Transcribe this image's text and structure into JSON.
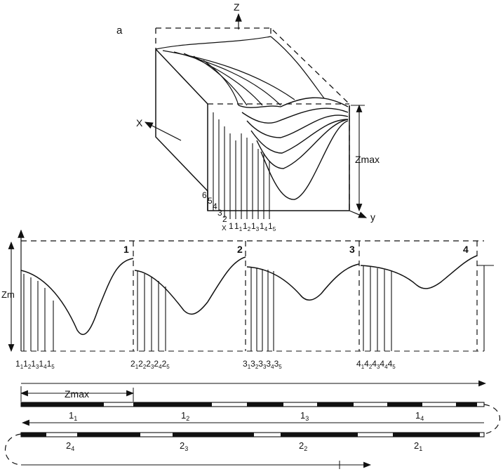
{
  "figure": {
    "panel_label": "a",
    "axes": {
      "z": "Z",
      "x": "X",
      "y": "y",
      "x_small": "X"
    },
    "zmax_label": "Zmax",
    "zm_label": "Zm",
    "layer_labels": [
      "6",
      "5",
      "4",
      "3",
      "2"
    ],
    "layer1_label": "1",
    "front_sub_labels": [
      "1",
      "1",
      "1",
      "1",
      "1"
    ],
    "front_sub_indices": [
      "1",
      "2",
      "3",
      "4",
      "5"
    ]
  },
  "profiles": [
    {
      "number": "1",
      "tick_main": "1",
      "ticks": [
        "1",
        "2",
        "3",
        "4",
        "5"
      ]
    },
    {
      "number": "2",
      "tick_main": "2",
      "ticks": [
        "1",
        "2",
        "3",
        "4",
        "5"
      ]
    },
    {
      "number": "3",
      "tick_main": "3",
      "ticks": [
        "1",
        "2",
        "3",
        "4",
        "5"
      ]
    },
    {
      "number": "4",
      "tick_main": "4",
      "ticks": [
        "1",
        "2",
        "3",
        "4",
        "5"
      ]
    }
  ],
  "strip": {
    "zmax_label": "Zmax",
    "top_labels": [
      {
        "main": "1",
        "sub": "1"
      },
      {
        "main": "1",
        "sub": "2"
      },
      {
        "main": "1",
        "sub": "3"
      },
      {
        "main": "1",
        "sub": "4"
      }
    ],
    "bottom_labels": [
      {
        "main": "2",
        "sub": "4"
      },
      {
        "main": "2",
        "sub": "3"
      },
      {
        "main": "2",
        "sub": "2"
      },
      {
        "main": "2",
        "sub": "1"
      }
    ]
  }
}
